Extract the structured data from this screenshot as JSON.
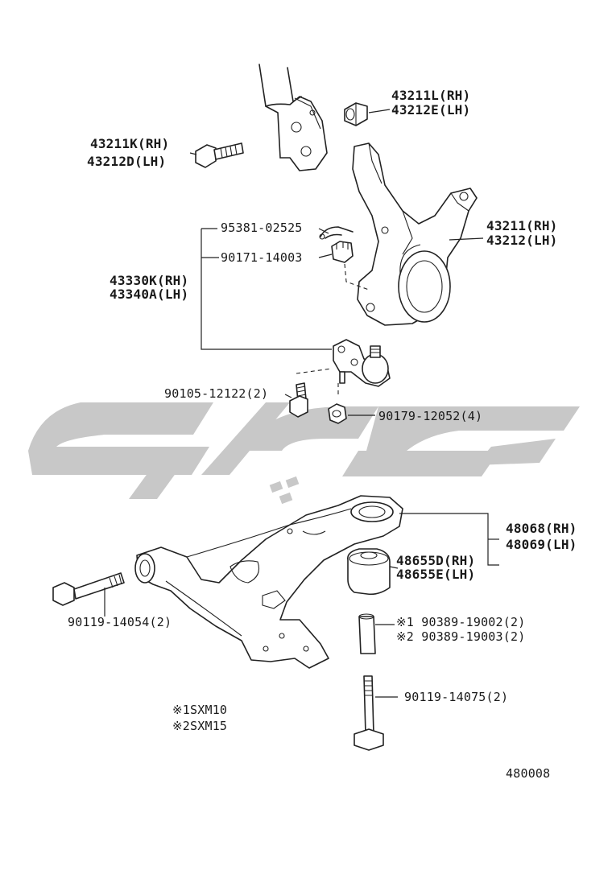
{
  "watermark": {
    "color": "#c8c8c8",
    "glyph": "کارپینگ"
  },
  "labels": {
    "p43211L": "43211L(RH)",
    "p43212E": "43212E(LH)",
    "p43211K": "43211K(RH)",
    "p43212D": "43212D(LH)",
    "p95381": "95381-02525",
    "p90171": "90171-14003",
    "p43211": "43211(RH)",
    "p43212": "43212(LH)",
    "p43330K": "43330K(RH)",
    "p43340A": "43340A(LH)",
    "p90105": "90105-12122(2)",
    "p90179": "90179-12052(4)",
    "p48068": "48068(RH)",
    "p48069": "48069(LH)",
    "p48655D": "48655D(RH)",
    "p48655E": "48655E(LH)",
    "p90119a": "90119-14054(2)",
    "p90389a": "※1 90389-19002(2)",
    "p90389b": "※2 90389-19003(2)",
    "p90119b": "90119-14075(2)",
    "note1": "※1SXM10",
    "note2": "※2SXM15",
    "figno": "480008"
  }
}
